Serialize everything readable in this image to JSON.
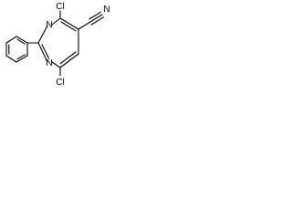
{
  "molecule": {
    "atoms": {
      "cl_top": "Cl",
      "cl_bottom": "Cl",
      "n_nitrile": "N",
      "n_ring_top": "N",
      "n_ring_bottom": "N"
    }
  }
}
